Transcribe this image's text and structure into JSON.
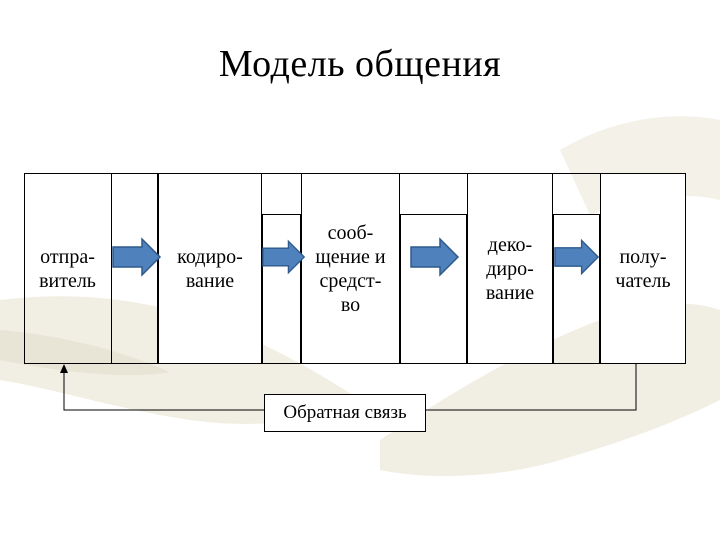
{
  "title": "Модель общения",
  "stages": {
    "sender": "отпра-\nвитель",
    "encoding": "кодиро-\nвание",
    "message": "сооб-\nщение и\nсредст-\nво",
    "decoding": "деко-\nдиро-\nвание",
    "receiver": "полу-\nчатель"
  },
  "feedback_label": "Обратная связь",
  "colors": {
    "arrow_fill": "#4f81bd",
    "arrow_stroke": "#2e5a8c",
    "background_art": "#eeeadc"
  },
  "icons": [
    "right-arrow-icon"
  ]
}
